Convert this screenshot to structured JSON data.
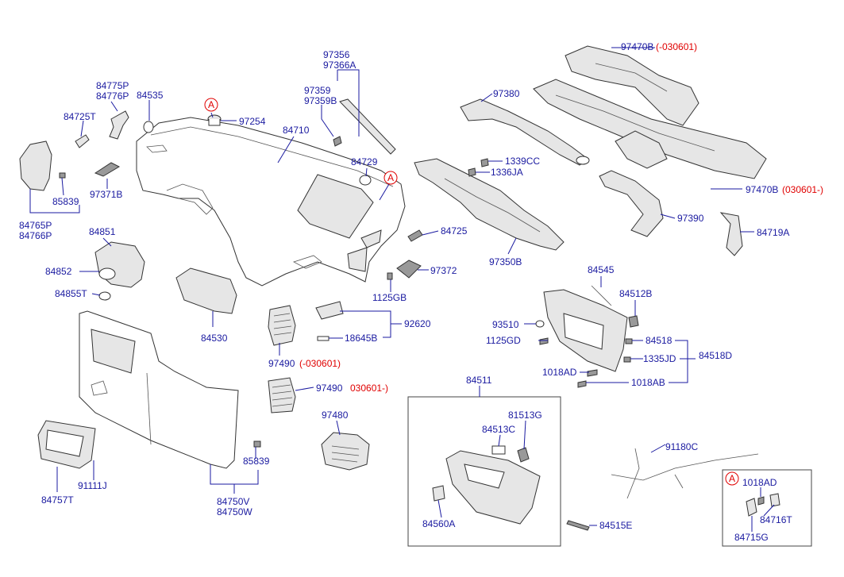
{
  "marker": "A",
  "labels": {
    "p97356": "97356",
    "p97366A": "97366A",
    "p97359": "97359",
    "p97359B": "97359B",
    "p97470B_a": "97470B",
    "p97470B_a_range": "(-030601)",
    "p97470B_b": "97470B",
    "p97470B_b_range": "(030601-)",
    "p84775P": "84775P",
    "p84776P": "84776P",
    "p84535": "84535",
    "p97380": "97380",
    "p84725T": "84725T",
    "p97254": "97254",
    "p84710": "84710",
    "p1339CC": "1339CC",
    "p1336JA": "1336JA",
    "p84729": "84729",
    "p97371B": "97371B",
    "p85839_a": "85839",
    "p84765P": "84765P",
    "p84766P": "84766P",
    "p97390": "97390",
    "p84719A": "84719A",
    "p84851": "84851",
    "p84725": "84725",
    "p97350B": "97350B",
    "p84852": "84852",
    "p97372": "97372",
    "p84545": "84545",
    "p84855T": "84855T",
    "p1125GB": "1125GB",
    "p84512B": "84512B",
    "p92620": "92620",
    "p93510": "93510",
    "p84518": "84518",
    "p84530": "84530",
    "p18645B": "18645B",
    "p1125GD": "1125GD",
    "p1335JD": "1335JD",
    "p84518D": "84518D",
    "p97490_a": "97490",
    "p97490_a_range": "(-030601)",
    "p1018AD_a": "1018AD",
    "p1018AB": "1018AB",
    "p97490_b": "97490",
    "p97490_b_range": "030601-)",
    "p84511": "84511",
    "p97480": "97480",
    "p81513G": "81513G",
    "p84513C": "84513C",
    "p91180C": "91180C",
    "p84757T": "84757T",
    "p91111J": "91111J",
    "p85839_b": "85839",
    "p84750V": "84750V",
    "p84750W": "84750W",
    "p84560A": "84560A",
    "p84515E": "84515E",
    "p1018AD_b": "1018AD",
    "p84716T": "84716T",
    "p84715G": "84715G"
  }
}
